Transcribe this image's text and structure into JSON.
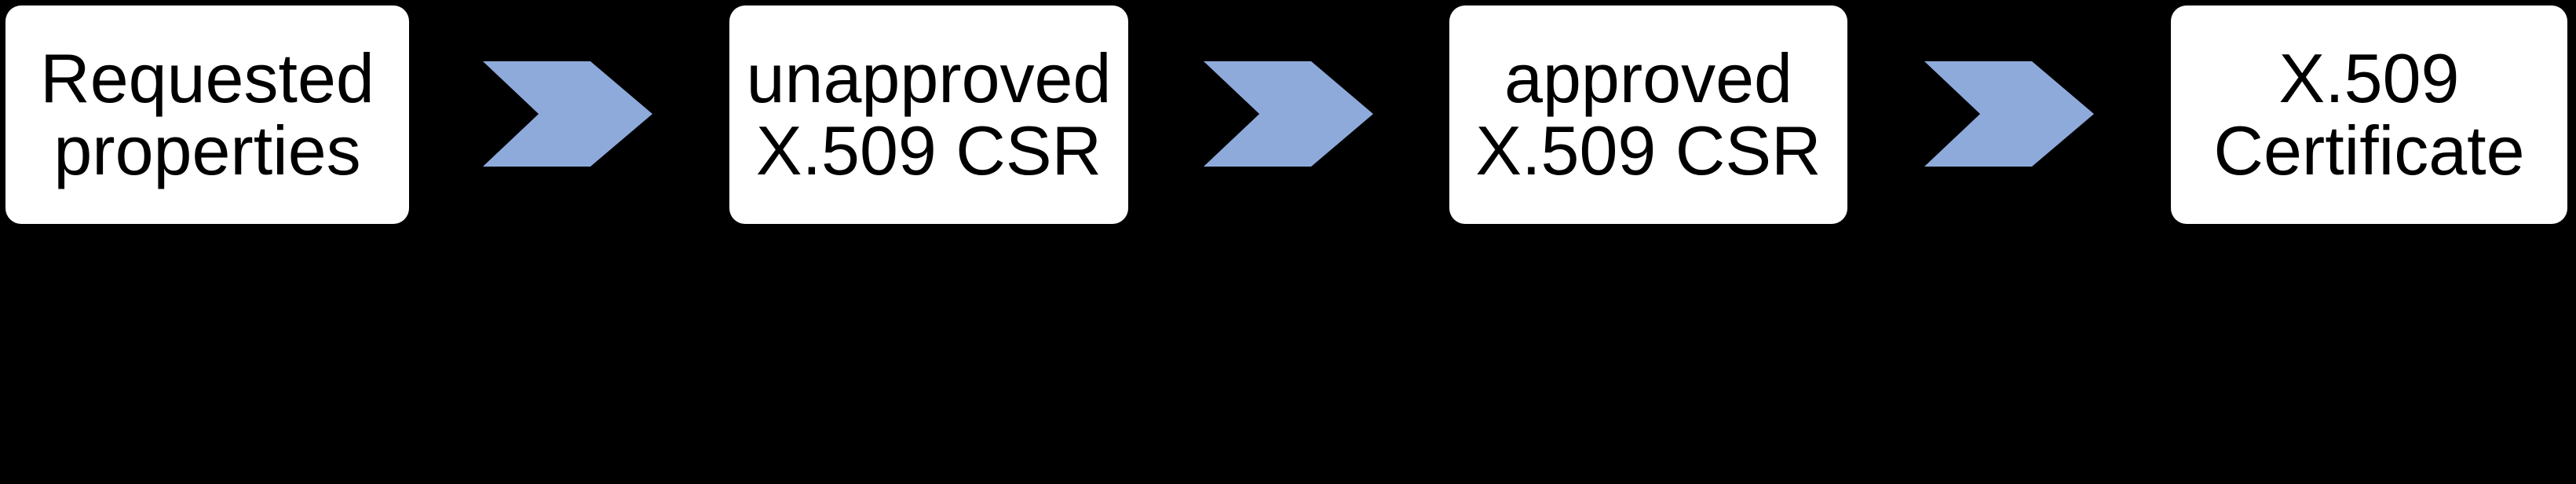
{
  "diagram": {
    "background_color": "#000000",
    "node_fill_color": "#FFFFFF",
    "node_text_color": "#000000",
    "arrow_color": "#8EAADB",
    "nodes": [
      {
        "label": "Requested properties"
      },
      {
        "label": "unapproved X.509 CSR"
      },
      {
        "label": "approved X.509 CSR"
      },
      {
        "label": "X.509 Certificate"
      }
    ]
  }
}
